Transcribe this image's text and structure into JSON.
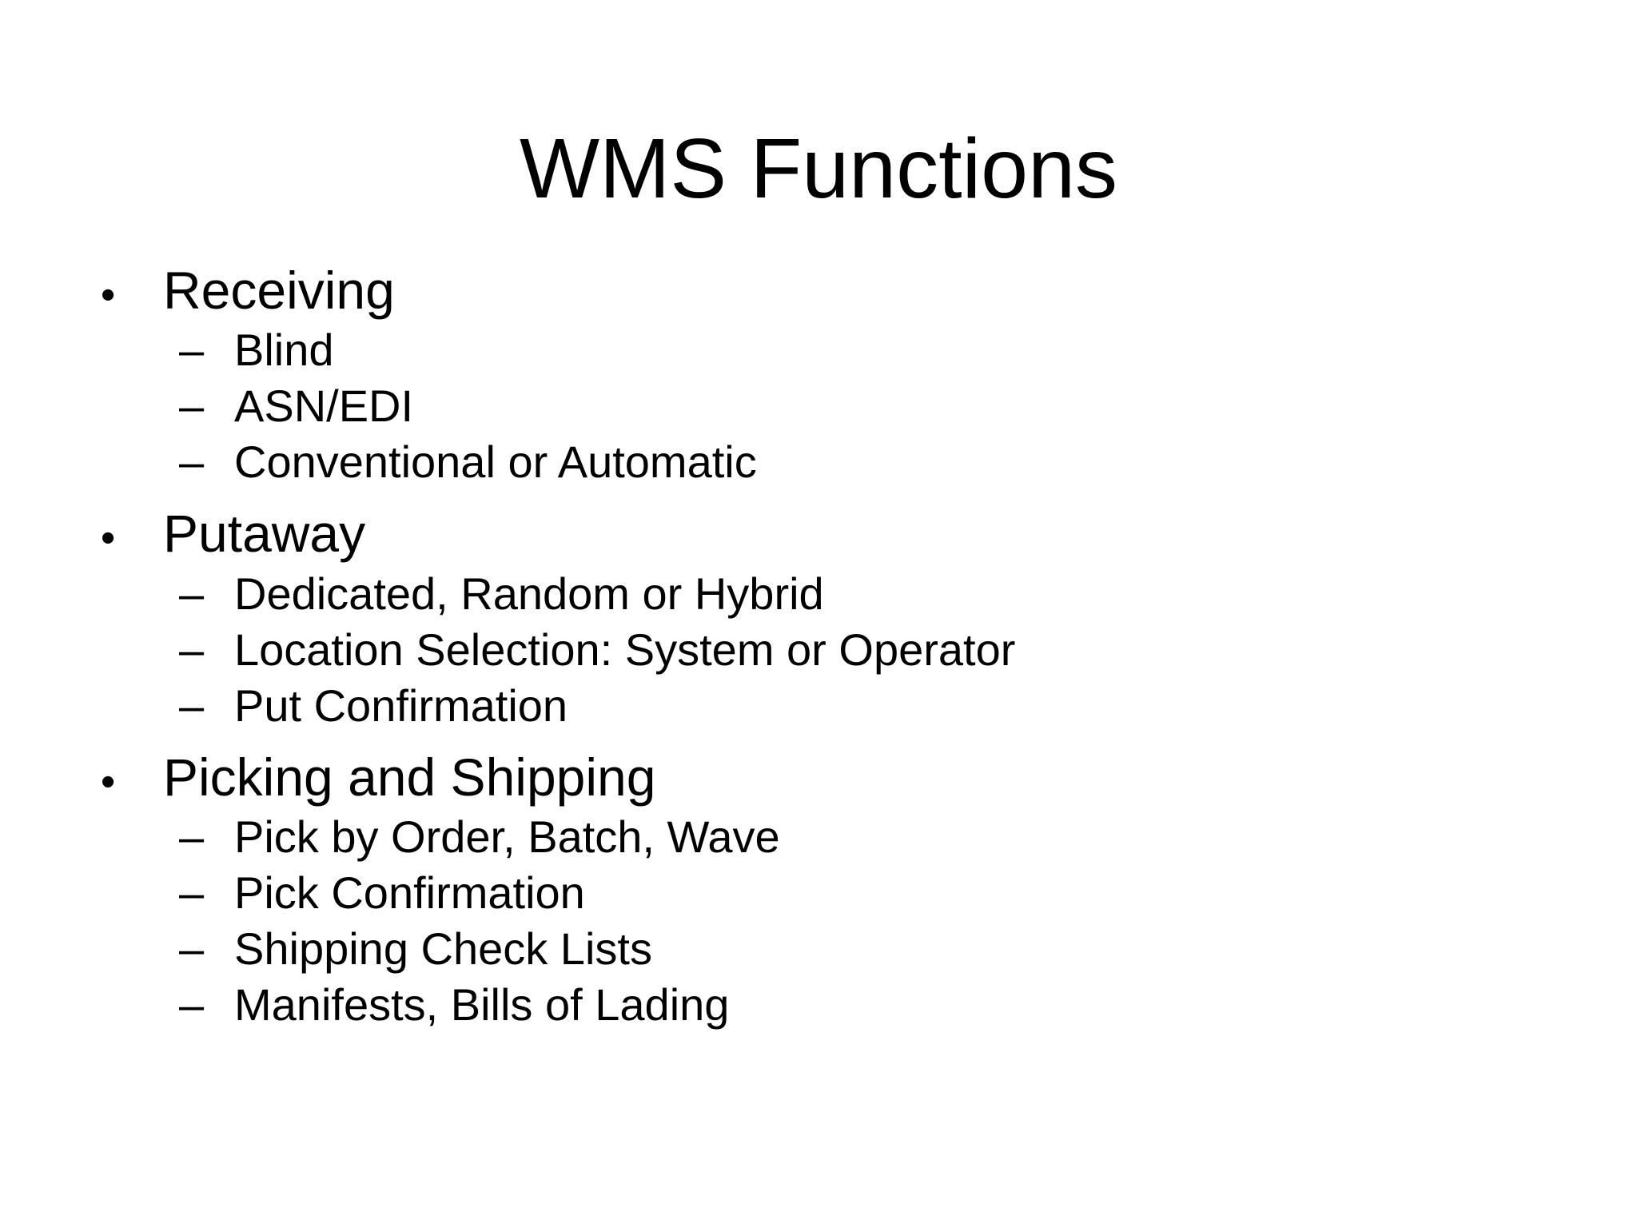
{
  "slide": {
    "title": "WMS Functions",
    "bullets": {
      "level1": "•",
      "level2": "–"
    },
    "colors": {
      "background": "#ffffff",
      "text": "#000000"
    },
    "sections": [
      {
        "label": "Receiving",
        "items": [
          "Blind",
          "ASN/EDI",
          "Conventional or Automatic"
        ]
      },
      {
        "label": "Putaway",
        "items": [
          "Dedicated, Random or Hybrid",
          "Location Selection: System or Operator",
          "Put Confirmation"
        ]
      },
      {
        "label": "Picking and Shipping",
        "items": [
          "Pick by Order, Batch, Wave",
          "Pick Confirmation",
          "Shipping Check Lists",
          "Manifests, Bills of Lading"
        ]
      }
    ]
  }
}
